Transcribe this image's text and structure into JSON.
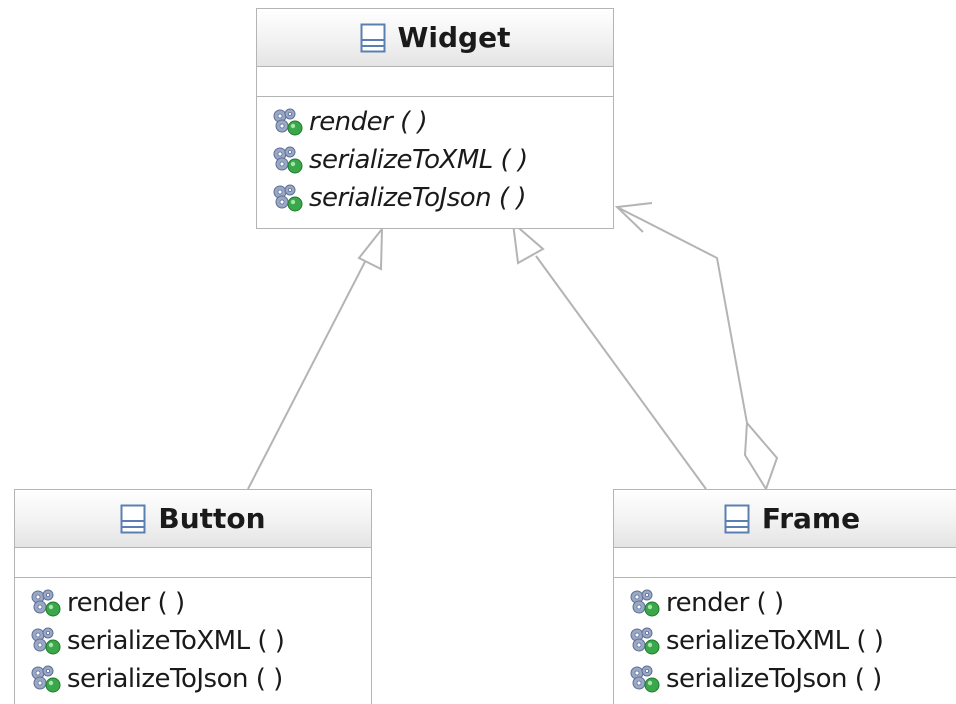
{
  "classes": {
    "widget": {
      "name": "Widget",
      "operations": [
        "render ( )",
        "serializeToXML ( )",
        "serializeToJson ( )"
      ]
    },
    "button": {
      "name": "Button",
      "operations": [
        "render ( )",
        "serializeToXML ( )",
        "serializeToJson ( )"
      ]
    },
    "frame": {
      "name": "Frame",
      "operations": [
        "render ( )",
        "serializeToXML ( )",
        "serializeToJson ( )"
      ]
    }
  },
  "relations": [
    {
      "type": "generalization",
      "from": "Button",
      "to": "Widget"
    },
    {
      "type": "generalization",
      "from": "Frame",
      "to": "Widget"
    },
    {
      "type": "aggregation",
      "from": "Frame",
      "to": "Widget"
    }
  ],
  "colors": {
    "border": "#b4b4b4",
    "connector": "#b4b4b4",
    "class_icon": "#5b7fb3",
    "method_gear": "#7b8cb0",
    "method_dot": "#3aa84a"
  },
  "icons": {
    "class": "class-icon",
    "method": "public-method-icon"
  }
}
